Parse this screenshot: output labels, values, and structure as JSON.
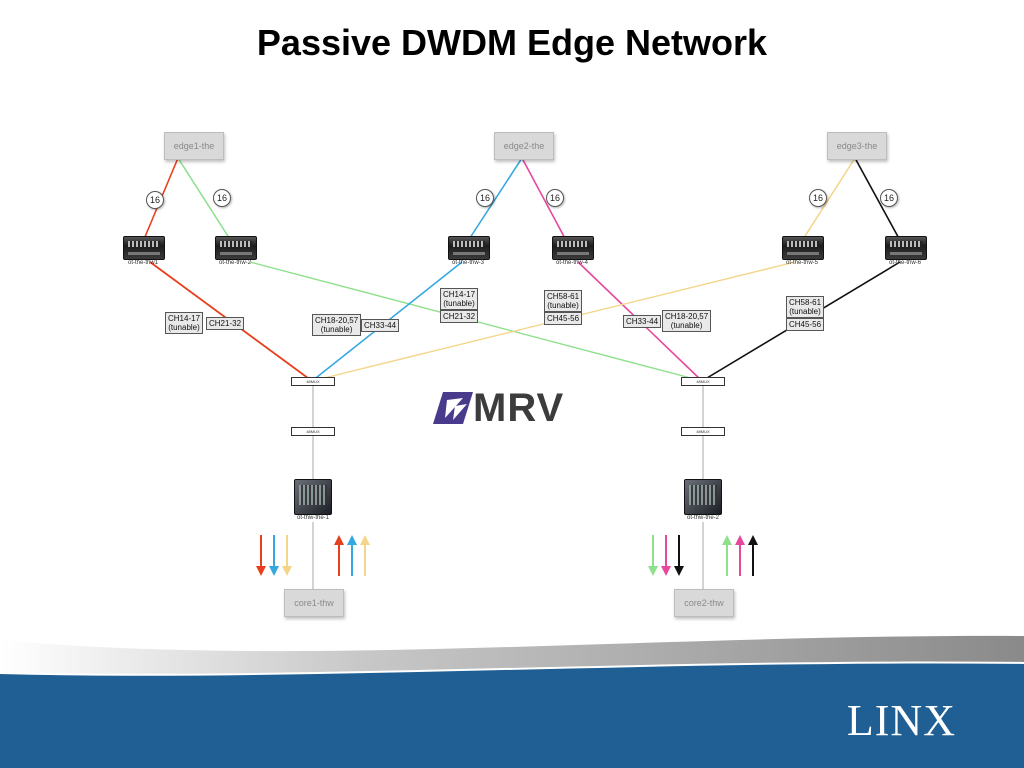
{
  "title": "Passive DWDM Edge Network",
  "routers": {
    "edge1": "edge1-the",
    "edge2": "edge2-the",
    "edge3": "edge3-the",
    "core1": "core1-thw",
    "core2": "core2-thw"
  },
  "badges": {
    "b1": "16",
    "b2": "16",
    "b3": "16",
    "b4": "16",
    "b5": "16",
    "b6": "16"
  },
  "devices": {
    "d1": "ot-the-thw1",
    "d2": "ot-the-thw-2",
    "d3": "ot-the-thw-3",
    "d4": "ot-the-thw-4",
    "d5": "ot-the-thw-5",
    "d6": "ot-the-thw-6",
    "c1": "ot-thw-the-1",
    "c2": "ot-thw-the-2"
  },
  "channel_labels": {
    "l1": "CH14-17\n(tunable)",
    "l2": "CH21-32",
    "l3": "CH18-20,57\n(tunable)",
    "l4": "CH33-44",
    "l5": "CH14-17\n(tunable)",
    "l6": "CH21-32",
    "l7": "CH58-61\n(tunable)",
    "l8": "CH45-56",
    "l9": "CH33-44",
    "l10": "CH18-20,57\n(tunable)",
    "l11": "CH58-61\n(tunable)",
    "l12": "CH45-56"
  },
  "mux": {
    "m1": "48MUX",
    "m2": "48MUX",
    "m3": "48MUX",
    "m4": "48MUX"
  },
  "logos": {
    "mrv": "MRV",
    "linx": "LINX"
  },
  "colors": {
    "red": "#e8401c",
    "blue": "#36a8e0",
    "green": "#8fe08c",
    "pink": "#e8479c",
    "yellow": "#f4d68a",
    "black": "#111111",
    "footer_blue": "#1f5f93",
    "mrv_purple": "#4a3a8c"
  }
}
